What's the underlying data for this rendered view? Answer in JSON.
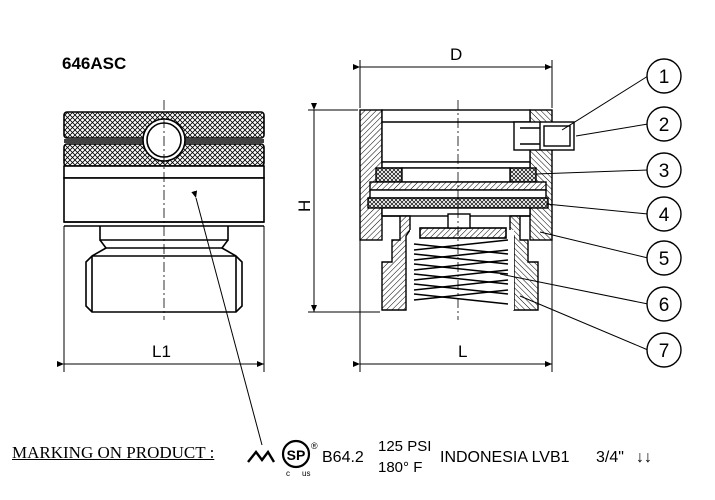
{
  "model": "646ASC",
  "dimensions": {
    "d": "D",
    "h": "H",
    "l": "L",
    "l1": "L1"
  },
  "callouts": [
    "1",
    "2",
    "3",
    "4",
    "5",
    "6",
    "7"
  ],
  "marking": {
    "label": "MARKING ON PRODUCT :",
    "csa_sub_c": "c",
    "csa_sub_us": "us",
    "csa_reg": "®",
    "standard": "B64.2",
    "pressure": "125 PSI",
    "temperature": "180° F",
    "origin": "INDONESIA LVB1",
    "size": "3/4\"",
    "arrows": "↓↓"
  }
}
